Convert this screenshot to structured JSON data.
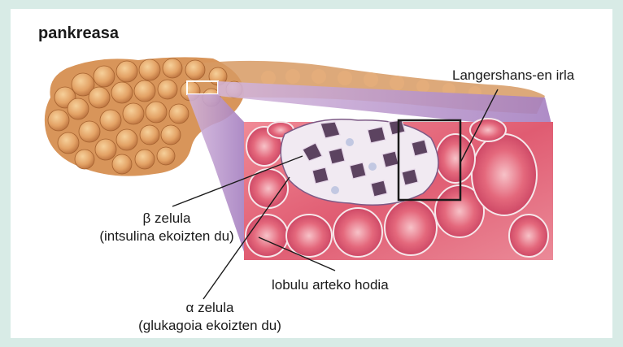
{
  "title": "pankreasa",
  "labels": {
    "langerhans": "Langershans-en irla",
    "beta_name": "β zelula",
    "beta_desc": "(intsulina ekoizten du)",
    "lobulu": "lobulu arteko hodia",
    "alpha_name": "α zelula",
    "alpha_desc": "(glukagoia ekoizten du)"
  },
  "colors": {
    "background": "#d8ebe6",
    "panel": "#ffffff",
    "pancreas": "#e3a867",
    "tissue": "#e46a7c",
    "zoom_band": "#b596c7"
  }
}
